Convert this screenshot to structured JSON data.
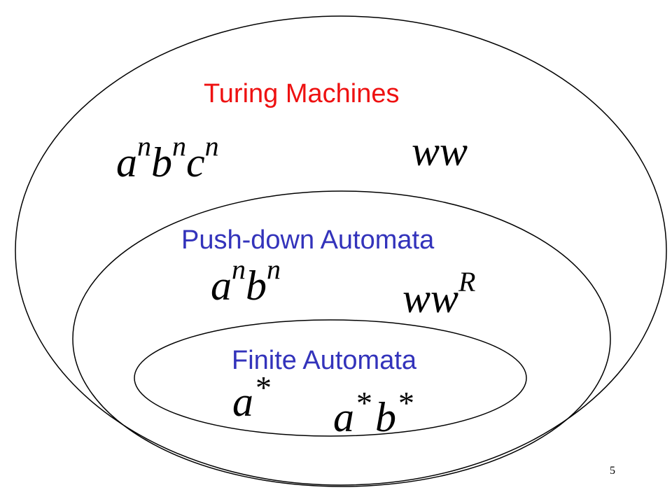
{
  "colors": {
    "turing": "#ee1111",
    "automata": "#3333bb",
    "outline": "#000000"
  },
  "turing": {
    "title": "Turing Machines",
    "lang1": {
      "a": "a",
      "n1": "n",
      "b": "b",
      "n2": "n",
      "c": "c",
      "n3": "n"
    },
    "lang2": "ww"
  },
  "pda": {
    "title": "Push-down Automata",
    "lang1": {
      "a": "a",
      "n1": "n",
      "b": "b",
      "n2": "n"
    },
    "lang2": {
      "ww": "ww",
      "R": "R"
    }
  },
  "fa": {
    "title": "Finite Automata",
    "lang1": {
      "a": "a",
      "star": "*"
    },
    "lang2": {
      "a": "a",
      "star1": "*",
      "b": "b",
      "star2": "*"
    }
  },
  "slide_number": "5"
}
